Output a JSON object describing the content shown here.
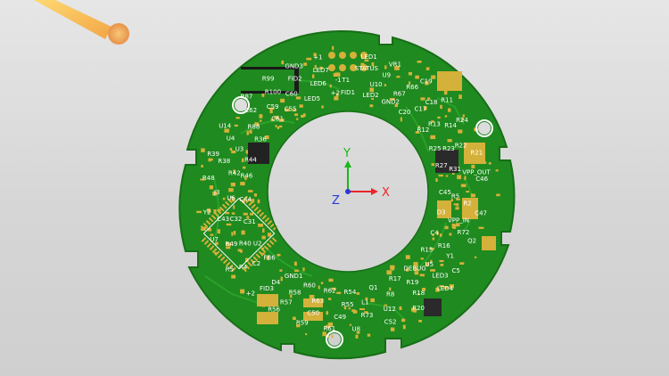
{
  "viewport": {
    "background": "#d9d9d9",
    "light_icon": "sun-icon"
  },
  "pcb": {
    "board_color": "#1f8a1f",
    "trace_color": "#2aa52a",
    "pad_color": "#d4b13a",
    "silk_color": "#ffffff",
    "silkscreen": [
      "FID1",
      "T1",
      "STATUS",
      "LED1",
      "LED2",
      "U10",
      "U9",
      "VR1",
      "GND2",
      "R67",
      "R66",
      "C19",
      "C20",
      "C17",
      "C18",
      "R11",
      "R12",
      "R13",
      "R14",
      "R24",
      "R25",
      "R23",
      "R22",
      "R21",
      "R27",
      "R31",
      "VPP_OUT",
      "C46",
      "C45",
      "R5",
      "R2",
      "C47",
      "D3",
      "VPP_IN",
      "R72",
      "Q2",
      "C4",
      "R16",
      "Y1",
      "C5",
      "R15",
      "U5",
      "LED3",
      "LED4",
      "DEBUG",
      "R19",
      "R18",
      "R20",
      "R17",
      "R8",
      "U12",
      "C52",
      "Q1",
      "L1",
      "R73",
      "U8",
      "R54",
      "R55",
      "C49",
      "R61",
      "R62",
      "R63",
      "C50",
      "R59",
      "R60",
      "R58",
      "R57",
      "R56",
      "GND1",
      "D4",
      "FID3",
      "+2",
      "FB6",
      "C2",
      "R4",
      "R5",
      "U2",
      "R40",
      "R49",
      "U7",
      "C31",
      "C32",
      "C43",
      "Y2",
      "C44",
      "U6",
      "J3",
      "R48",
      "R46",
      "R42",
      "R38",
      "R39",
      "R44",
      "U3",
      "U4",
      "U14",
      "R36",
      "R88",
      "C62",
      "R87",
      "C61",
      "C59",
      "R100",
      "R99",
      "C55",
      "C60",
      "FID2",
      "GND3",
      "LED5",
      "LED6",
      "LED7",
      "+1",
      "+2",
      "-1"
    ]
  },
  "axes_gizmo": {
    "x_label": "X",
    "y_label": "Y",
    "z_label": "Z",
    "x_color": "#e8262a",
    "y_color": "#18b818",
    "z_color": "#2a3ad8"
  }
}
